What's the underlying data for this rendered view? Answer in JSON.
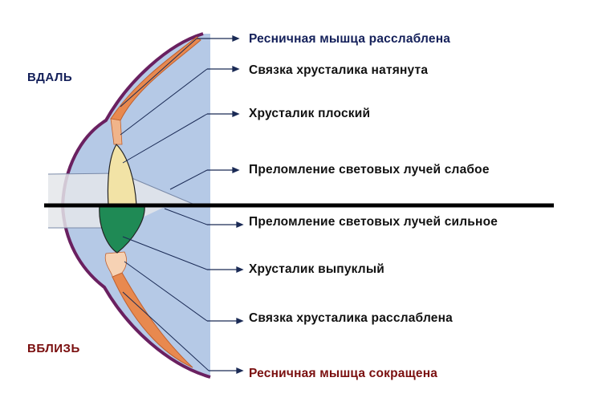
{
  "sides": {
    "far": "ВДАЛЬ",
    "near": "ВБЛИЗЬ"
  },
  "labels": [
    "Ресничная мышца расслаблена",
    "Связка хрусталика натянута",
    "Хрусталик плоский",
    "Преломление световых лучей слабое",
    "Преломление световых лучей сильное",
    "Хрусталик выпуклый",
    "Связка хрусталика расслаблена",
    "Ресничная мышца сокращена"
  ],
  "colors": {
    "far": "#14205a",
    "near": "#7a0f0f",
    "eye": "#b5c9e6",
    "outline": "#6a2060",
    "muscle": "#e8894f",
    "lens_flat": "#f2e3a6",
    "lens_convex": "#1f8a55"
  }
}
